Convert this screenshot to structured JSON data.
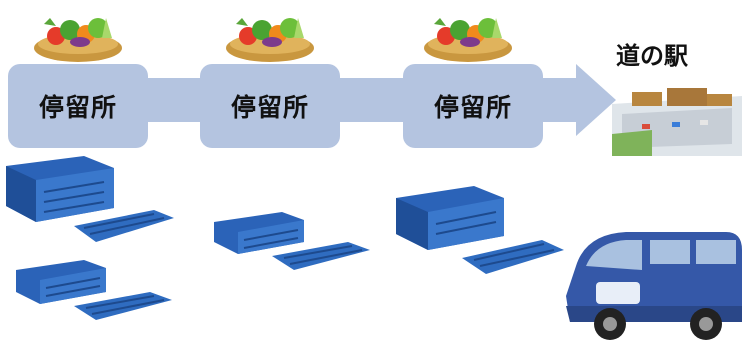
{
  "stops": [
    {
      "label": "停留所"
    },
    {
      "label": "停留所"
    },
    {
      "label": "停留所"
    }
  ],
  "destination": {
    "label": "道の駅"
  },
  "icons": {
    "vegetable_basket": "vegetable-basket-icon",
    "crate": "folding-crate-icon",
    "station": "roadside-station-icon",
    "van": "delivery-van-icon"
  },
  "colors": {
    "route": "#b4c4e0",
    "crate": "#2b63b8",
    "van": "#3558a8"
  }
}
